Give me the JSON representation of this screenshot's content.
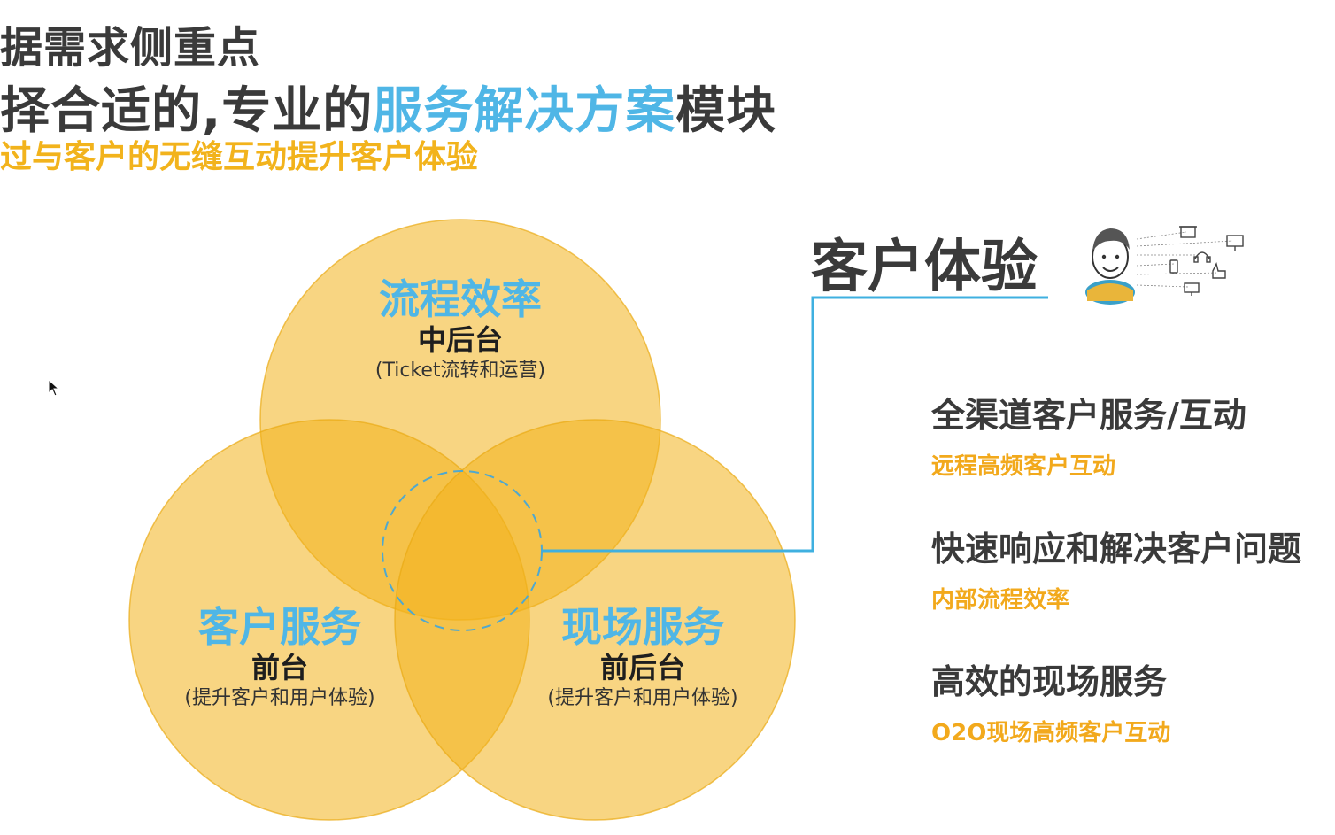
{
  "header": {
    "line1": "据需求侧重点",
    "line2_prefix": "择合适的,专业的",
    "line2_highlight": "服务解决方案",
    "line2_suffix": "模块",
    "line3": "过与客户的无缝互动提升客户体验"
  },
  "venn": {
    "circles": [
      {
        "title": "流程效率",
        "platform": "中后台",
        "note": "(Ticket流转和运营)"
      },
      {
        "title": "客户服务",
        "platform": "前台",
        "note": "(提升客户和用户体验)"
      },
      {
        "title": "现场服务",
        "platform": "前后台",
        "note": "(提升客户和用户体验)"
      }
    ]
  },
  "customer_experience": {
    "title": "客户体验",
    "illustration_icon": "customer-channels-illustration-icon",
    "items": [
      {
        "heading": "全渠道客户服务/互动",
        "sub": "远程高频客户互动"
      },
      {
        "heading": "快速响应和解决客户问题",
        "sub": "内部流程效率"
      },
      {
        "heading": "高效的现场服务",
        "sub": "O2O现场高频客户互动"
      }
    ]
  },
  "colors": {
    "circle_fill": "#f2b31c",
    "accent_blue": "#4fb6e6",
    "accent_orange": "#f2a91c",
    "text_dark": "#3a3a3a"
  }
}
